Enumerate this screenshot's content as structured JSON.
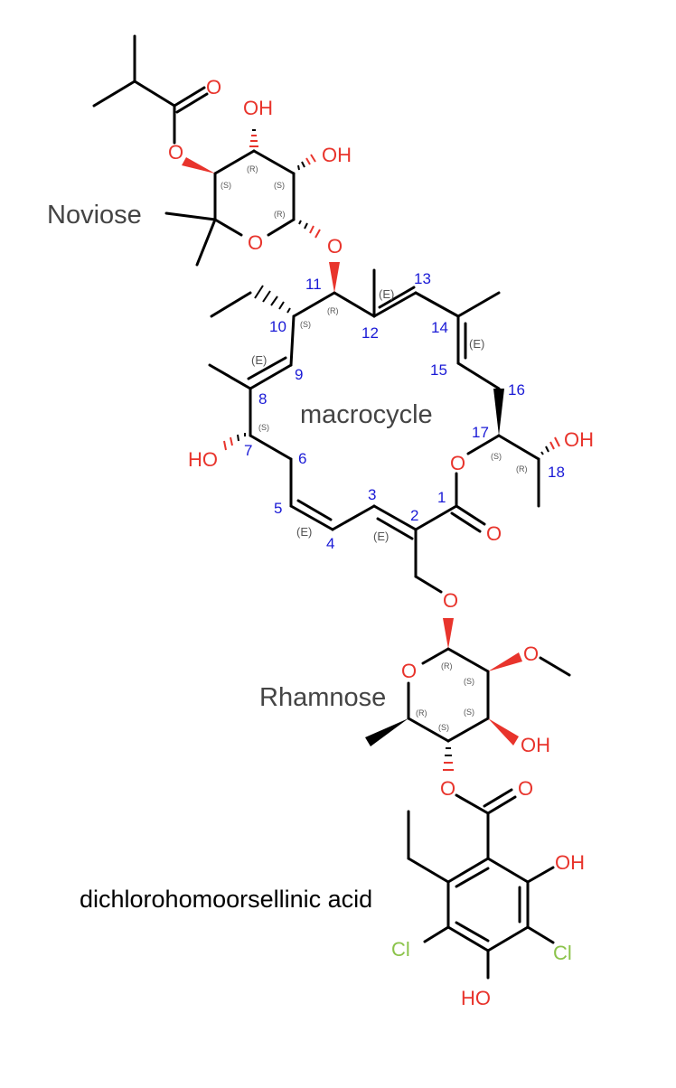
{
  "labels": {
    "noviose": "Noviose",
    "macrocycle": "macrocycle",
    "rhamnose": "Rhamnose",
    "dichloro": "dichlorohomoorsellinic acid"
  },
  "atoms": {
    "o_ester_carbonyl_top": "O",
    "oh_noviose_1": "OH",
    "oh_noviose_2": "OH",
    "o_noviose_acyl": "O",
    "o_noviose_ring": "O",
    "o_glycosidic_top": "O",
    "o_lactone": "O",
    "oh_c18": "OH",
    "oh_c7": "HO",
    "o_c1_carbonyl": "O",
    "o_ch2": "O",
    "o_rhamnose_ring": "O",
    "o_methoxy": "O",
    "oh_rhamnose": "OH",
    "o_rhamnose_ester": "O",
    "o_aryl_carbonyl": "O",
    "oh_aryl_top": "OH",
    "cl_left": "Cl",
    "cl_right": "Cl",
    "oh_aryl_bottom": "HO"
  },
  "numbers": {
    "n1": "1",
    "n2": "2",
    "n3": "3",
    "n4": "4",
    "n5": "5",
    "n6": "6",
    "n7": "7",
    "n8": "8",
    "n9": "9",
    "n10": "10",
    "n11": "11",
    "n12": "12",
    "n13": "13",
    "n14": "14",
    "n15": "15",
    "n16": "16",
    "n17": "17",
    "n18": "18"
  },
  "stereo": {
    "nov_r1": "(R)",
    "nov_s1": "(S)",
    "nov_s2": "(S)",
    "nov_r2": "(R)",
    "c11": "(R)",
    "c10": "(S)",
    "c12_13": "(E)",
    "c14_15": "(E)",
    "c8_9": "(E)",
    "c7": "(S)",
    "c17": "(S)",
    "c18": "(R)",
    "c4_5": "(E)",
    "c2_3": "(E)",
    "rh_r1": "(R)",
    "rh_s1": "(S)",
    "rh_r2": "(R)",
    "rh_s2": "(S)",
    "rh_s3": "(S)"
  },
  "colors": {
    "oxygen": "#e8342c",
    "chlorine": "#8bc34a",
    "locant": "#1a1ad6",
    "bond": "#000000"
  }
}
